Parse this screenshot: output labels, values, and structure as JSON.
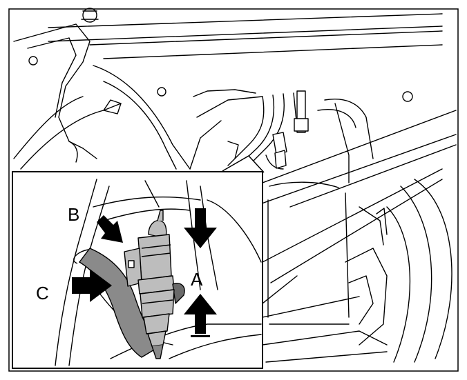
{
  "labels": {
    "a": "A",
    "b": "B",
    "c": "C"
  },
  "colors": {
    "line": "#000000",
    "background": "#ffffff",
    "hose": "#8a8a8a",
    "connector": "#bdbdbd",
    "shade": "#6a6a6a"
  }
}
